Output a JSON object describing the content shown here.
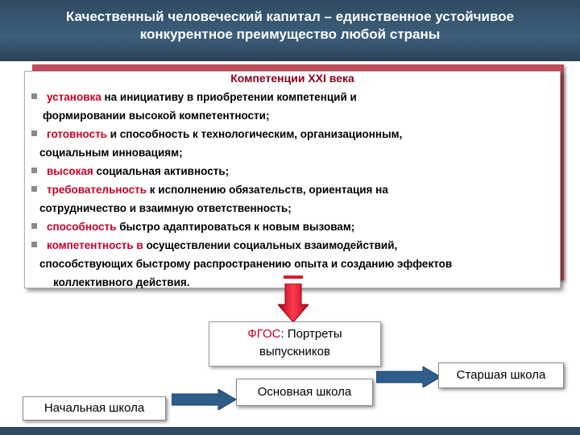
{
  "slide": {
    "title": "Качественный человеческий капитал – единственное устойчивое\nконкурентное преимущество любой страны"
  },
  "competencies": {
    "heading": "Компетенции XXI века",
    "items": [
      {
        "highlight": "установка",
        "rest": " на инициативу в приобретении компетенций и",
        "cont": "формировании высокой компетентности;"
      },
      {
        "highlight": "готовность",
        "rest": " и способность к  технологическим, организационным,",
        "cont": "социальным инновациям;"
      },
      {
        "highlight": "высокая",
        "rest": " социальная активность;"
      },
      {
        "highlight": "требовательность",
        "rest": " к исполнению обязательств, ориентация на",
        "cont": "сотрудничество и взаимную ответственность;"
      },
      {
        "highlight": "способность",
        "rest": " быстро адаптироваться к новым вызовам;"
      },
      {
        "highlight": "компетентность в",
        "rest": " осуществлении социальных взаимодействий,",
        "cont": "способствующих быстрому распространению опыта и созданию эффектов",
        "cont2": "коллективного действия."
      }
    ]
  },
  "fgos": {
    "label_red": "ФГОС",
    "label_rest": ": Портреты",
    "line2": "выпускников"
  },
  "schools": {
    "primary": "Начальная школа",
    "basic": "Основная школа",
    "senior": "Старшая школа"
  },
  "colors": {
    "accent_red": "#c80028",
    "arrow_blue": "#2f5d8a",
    "header_blue": "#2f4a62"
  }
}
